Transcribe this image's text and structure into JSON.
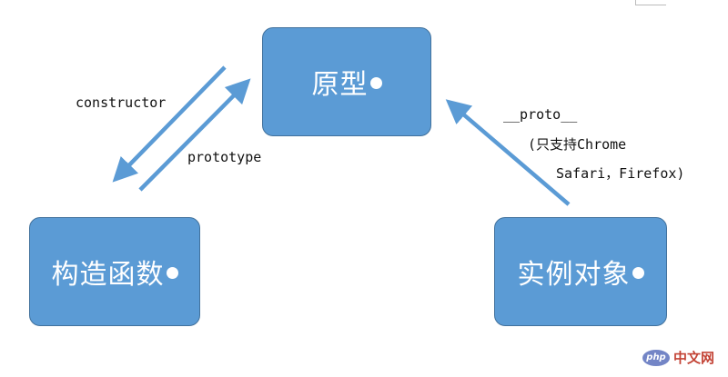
{
  "nodes": {
    "prototype": "原型",
    "constructor": "构造函数",
    "instance": "实例对象"
  },
  "edges": {
    "constructor_label": "constructor",
    "prototype_label": "prototype",
    "proto_label": "__proto__",
    "support_line1": "(只支持Chrome",
    "support_line2": "Safari，Firefox)"
  },
  "watermark": {
    "logo": "php",
    "text": "中文网"
  },
  "colors": {
    "box_fill": "#5b9bd5",
    "box_border": "#41719c",
    "arrow": "#5b9bd5"
  }
}
